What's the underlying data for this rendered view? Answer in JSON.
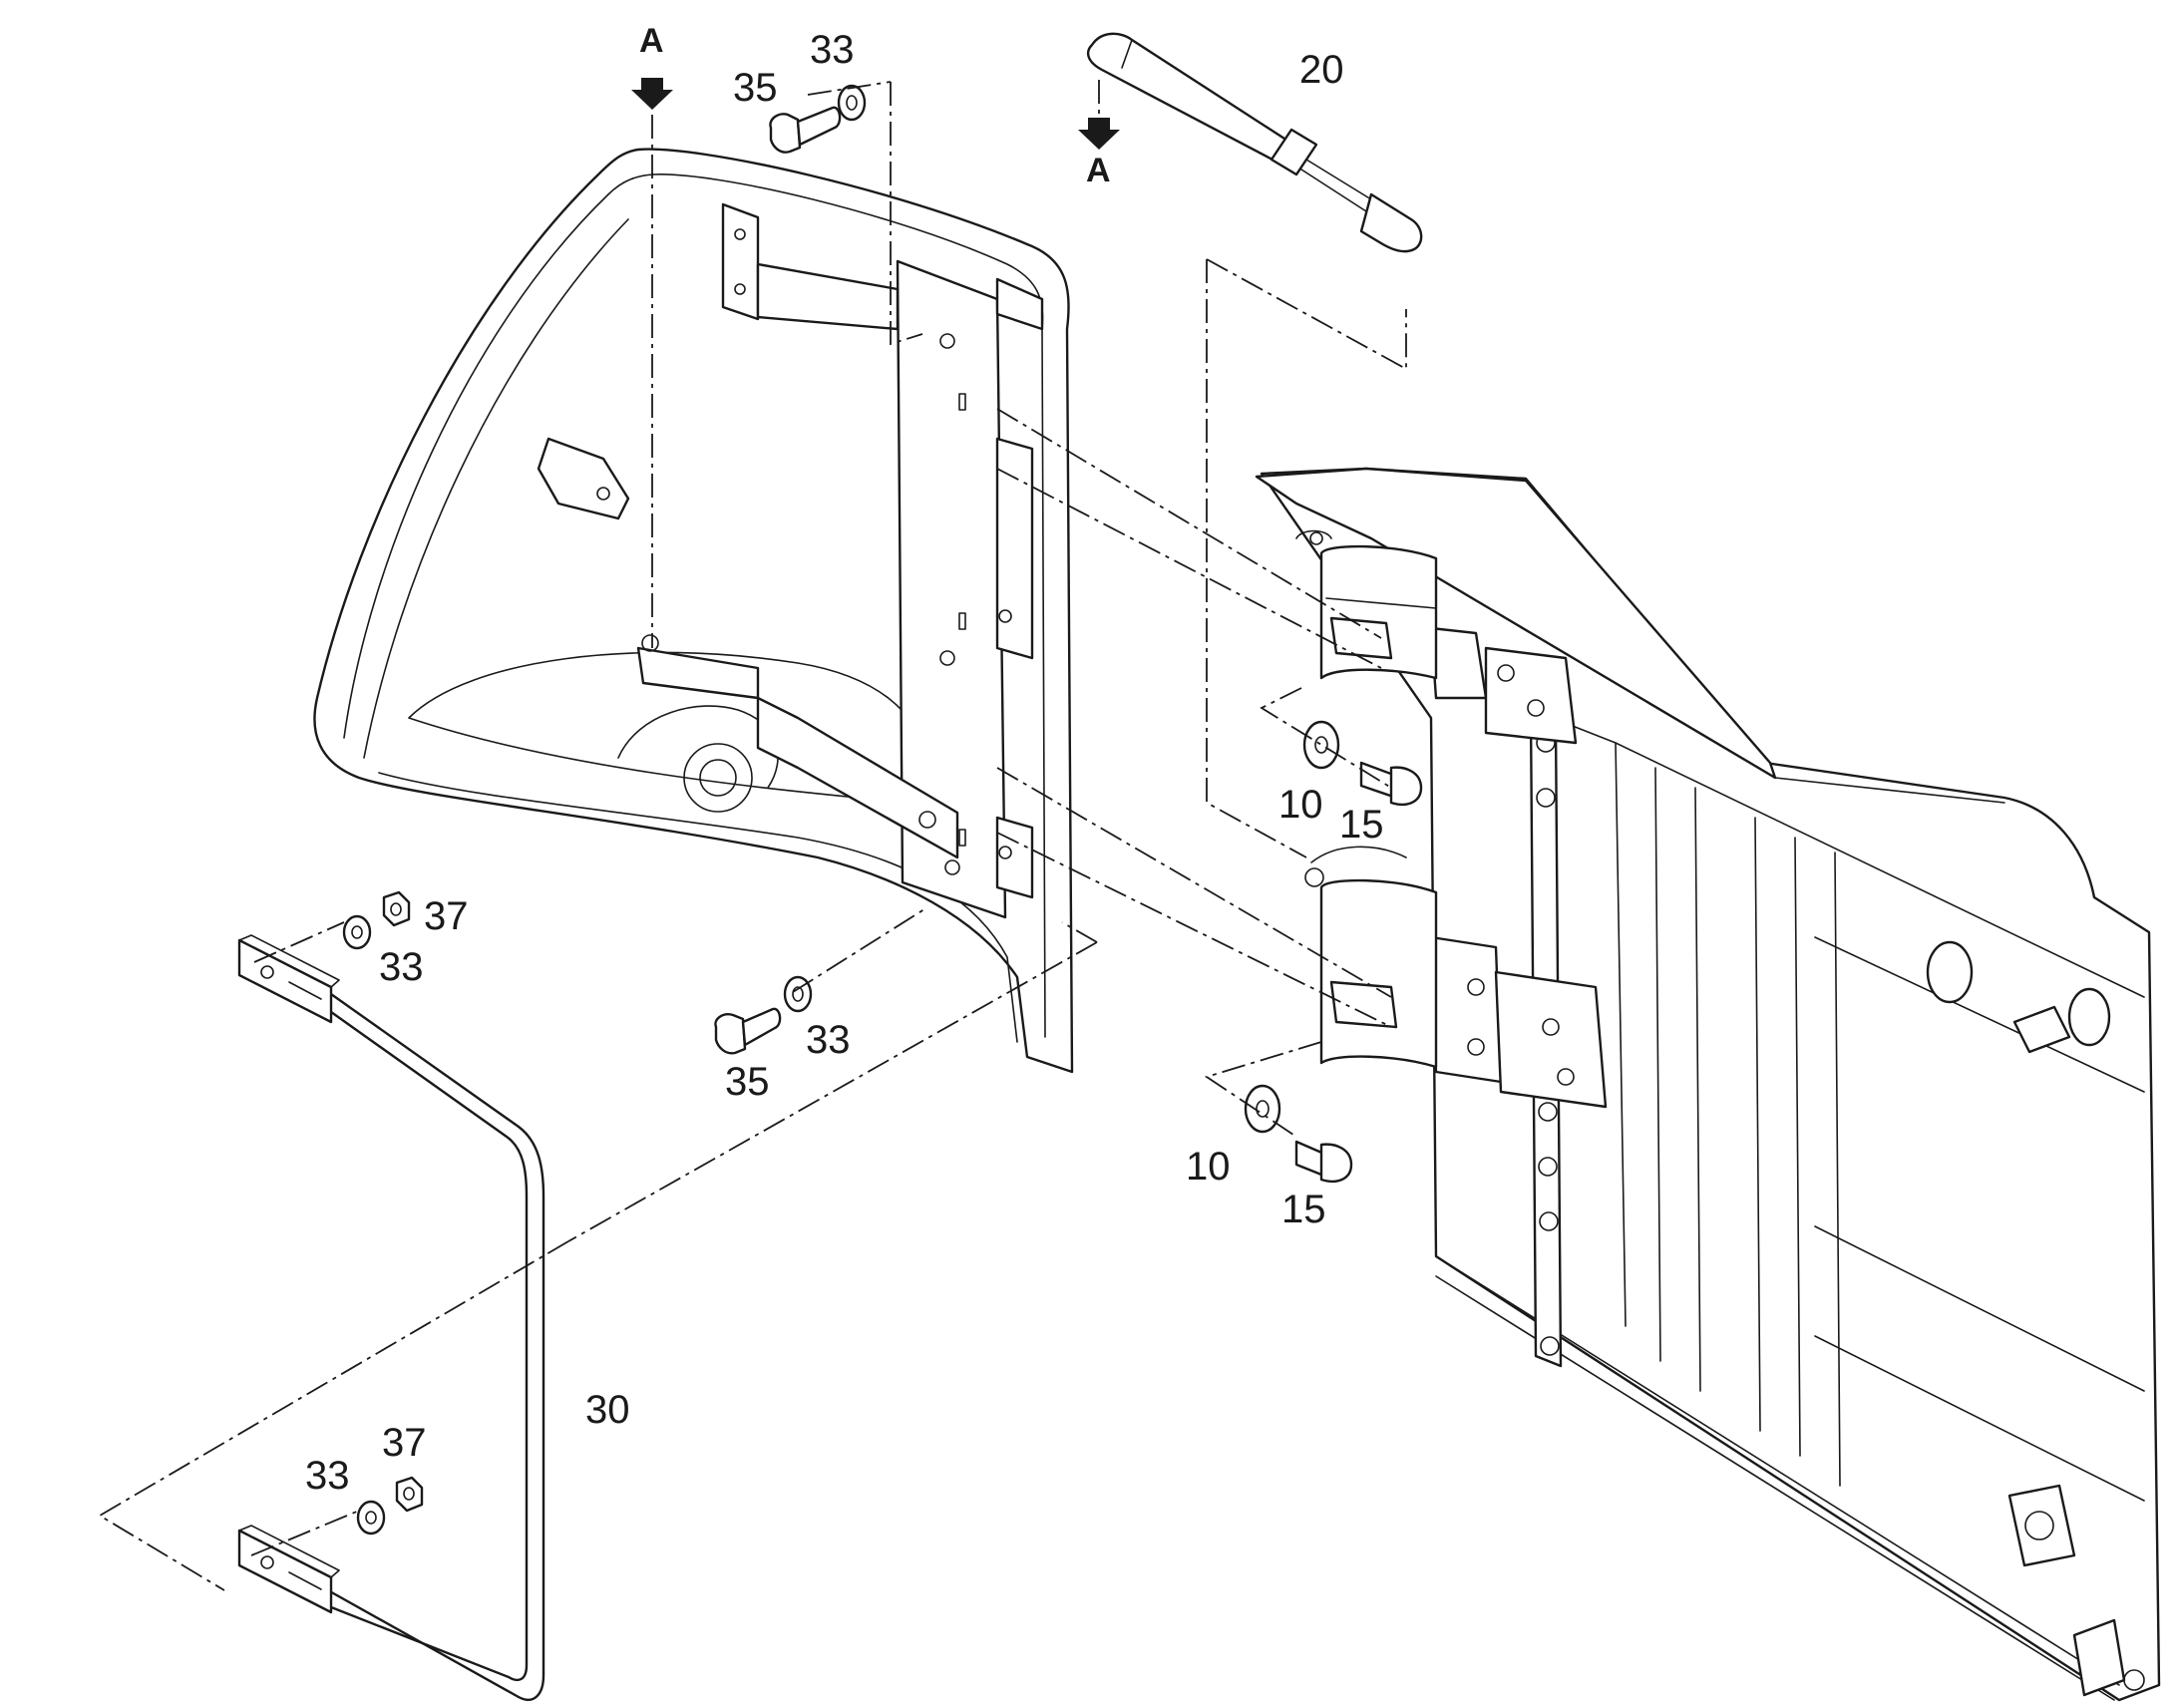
{
  "diagram": {
    "callouts": [
      {
        "id": "c-33-top",
        "text": "33"
      },
      {
        "id": "c-35-top",
        "text": "35"
      },
      {
        "id": "c-20",
        "text": "20"
      },
      {
        "id": "c-a-top",
        "text": "A"
      },
      {
        "id": "c-a-strut",
        "text": "A"
      },
      {
        "id": "c-37-upper",
        "text": "37"
      },
      {
        "id": "c-33-upper",
        "text": "33"
      },
      {
        "id": "c-35-mid",
        "text": "35"
      },
      {
        "id": "c-33-mid",
        "text": "33"
      },
      {
        "id": "c-10-upper",
        "text": "10"
      },
      {
        "id": "c-15-upper",
        "text": "15"
      },
      {
        "id": "c-10-lower",
        "text": "10"
      },
      {
        "id": "c-15-lower",
        "text": "15"
      },
      {
        "id": "c-30",
        "text": "30"
      },
      {
        "id": "c-33-lower",
        "text": "33"
      },
      {
        "id": "c-37-lower",
        "text": "37"
      }
    ]
  }
}
